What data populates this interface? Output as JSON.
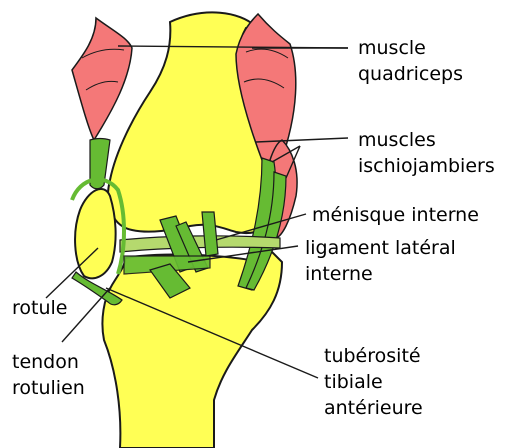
{
  "labels": {
    "quadriceps": [
      "muscle",
      "quadriceps"
    ],
    "ischio": [
      "muscles",
      "ischiojambiers"
    ],
    "menisque": "ménisque interne",
    "ligament": [
      "ligament latéral",
      "interne"
    ],
    "rotule": "rotule",
    "tendon": [
      "tendon",
      "rotulien"
    ],
    "tuberosite": [
      "tubérosité",
      "tibiale",
      "antérieure"
    ]
  },
  "colors": {
    "bone": "#ffff55",
    "muscle": "#f47878",
    "ligament": "#66bb33",
    "meniscus": "#b5d96e",
    "outline": "#1a1a1a"
  }
}
